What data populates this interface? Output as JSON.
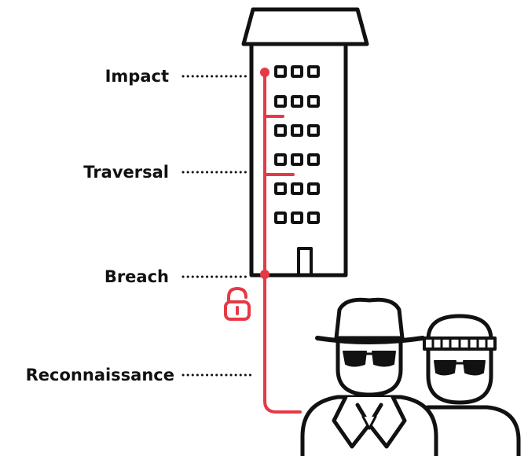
{
  "stages": [
    {
      "label": "Impact"
    },
    {
      "label": "Traversal"
    },
    {
      "label": "Breach"
    },
    {
      "label": "Reconnaissance"
    }
  ],
  "icons": {
    "building": "office-building-icon",
    "lock": "open-padlock-icon",
    "attacker_hat": "hat-spy-attacker-icon",
    "attacker_beanie": "beanie-burglar-attacker-icon"
  },
  "colors": {
    "accent": "#e63946",
    "ink": "#111111",
    "background": "#ffffff"
  }
}
